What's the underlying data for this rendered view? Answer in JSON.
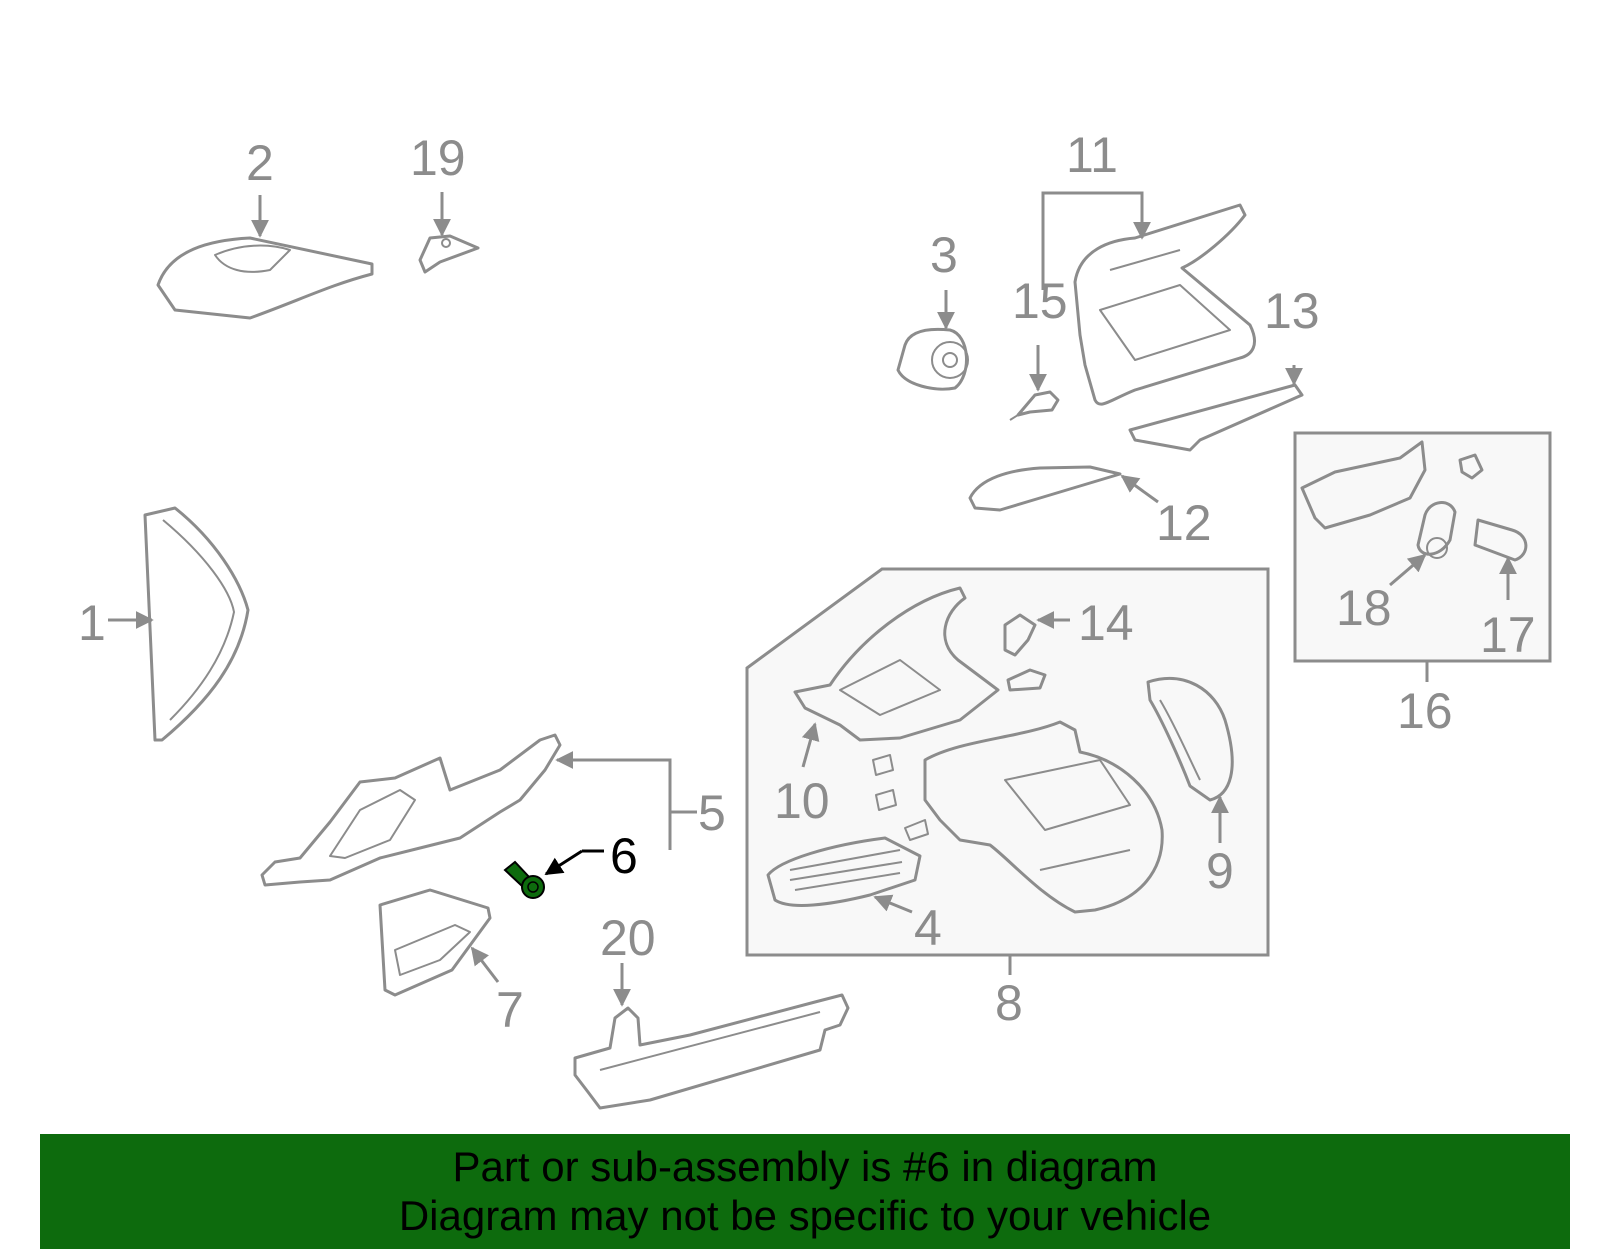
{
  "diagram": {
    "highlight_color": "#0d6b0d",
    "line_color": "#8c8c8c",
    "callouts": [
      "1",
      "2",
      "3",
      "4",
      "5",
      "6",
      "7",
      "8",
      "9",
      "10",
      "11",
      "12",
      "13",
      "14",
      "15",
      "16",
      "17",
      "18",
      "19",
      "20"
    ],
    "highlighted_callout": "6"
  },
  "banner": {
    "line1": "Part or sub-assembly is #6 in diagram",
    "line2": "Diagram may not be specific to your vehicle"
  }
}
